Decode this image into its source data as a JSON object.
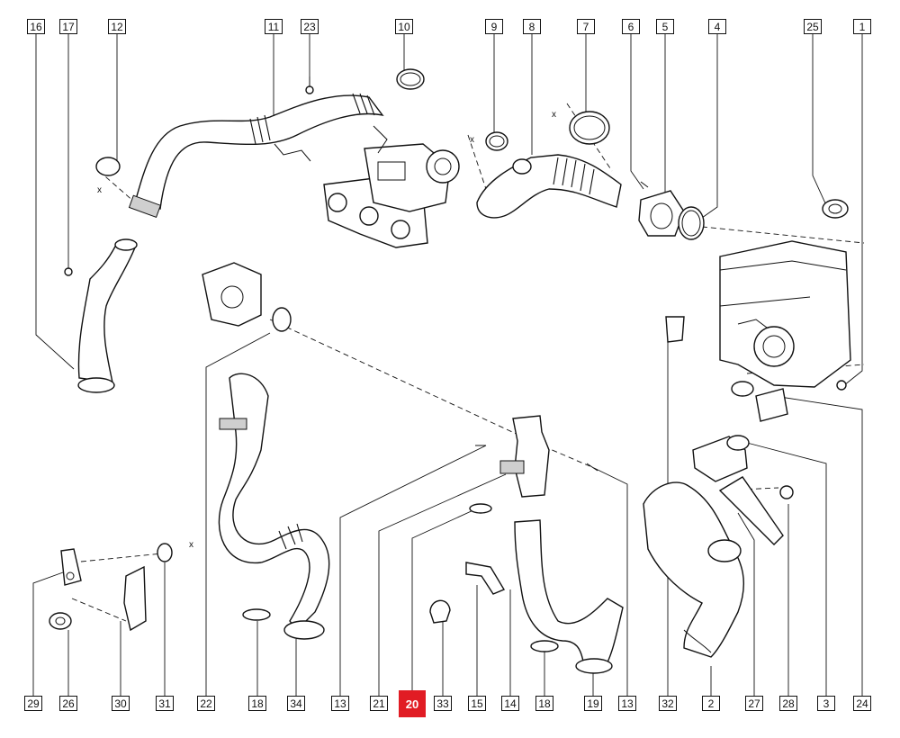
{
  "callouts_top": [
    "16",
    "17",
    "12",
    "11",
    "23",
    "10",
    "9",
    "8",
    "7",
    "6",
    "5",
    "4",
    "25",
    "1"
  ],
  "callouts_bottom": [
    "29",
    "26",
    "30",
    "31",
    "22",
    "18",
    "34",
    "13",
    "21",
    "20",
    "33",
    "15",
    "14",
    "18",
    "19",
    "13",
    "32",
    "2",
    "27",
    "28",
    "3",
    "24"
  ],
  "highlighted_callout": "20",
  "highlight_color": "#e11c24",
  "axis_marker": "x"
}
